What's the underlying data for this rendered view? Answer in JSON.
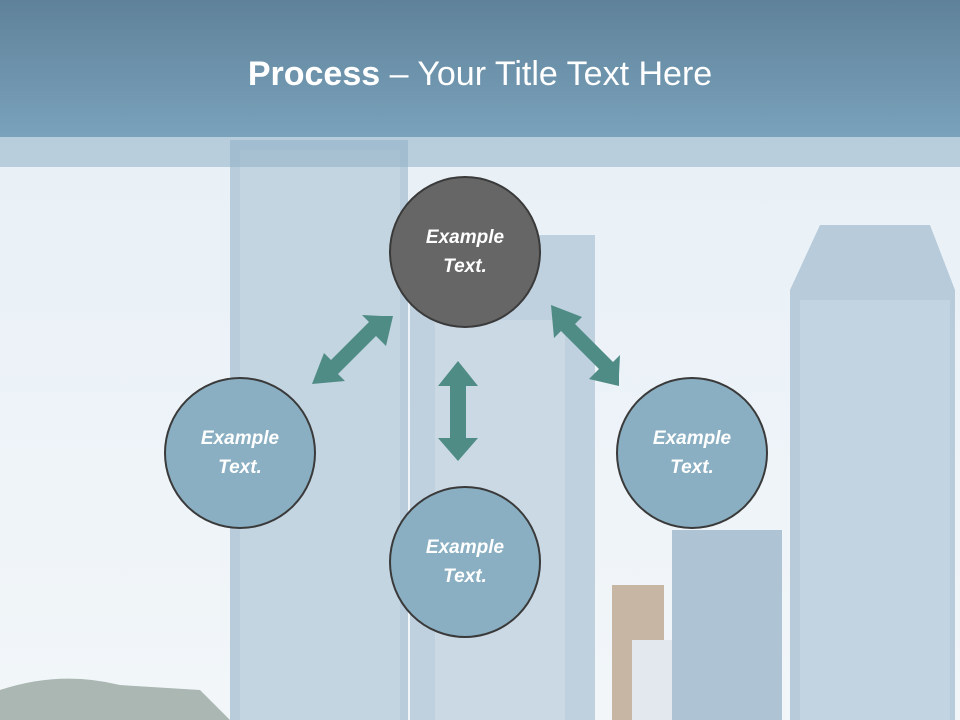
{
  "title": {
    "bold": "Process",
    "rest": " – Your Title Text Here"
  },
  "nodes": [
    {
      "id": "top",
      "text": "Example Text.",
      "style": "dark"
    },
    {
      "id": "left",
      "text": "Example Text.",
      "style": "light"
    },
    {
      "id": "bottom",
      "text": "Example Text.",
      "style": "light"
    },
    {
      "id": "right",
      "text": "Example Text.",
      "style": "light"
    }
  ],
  "colors": {
    "header": "#6d93ad",
    "node_light": "#8aafc2",
    "node_dark": "#666666",
    "node_border": "#3a3a3a",
    "arrow": "#4f8c85"
  }
}
